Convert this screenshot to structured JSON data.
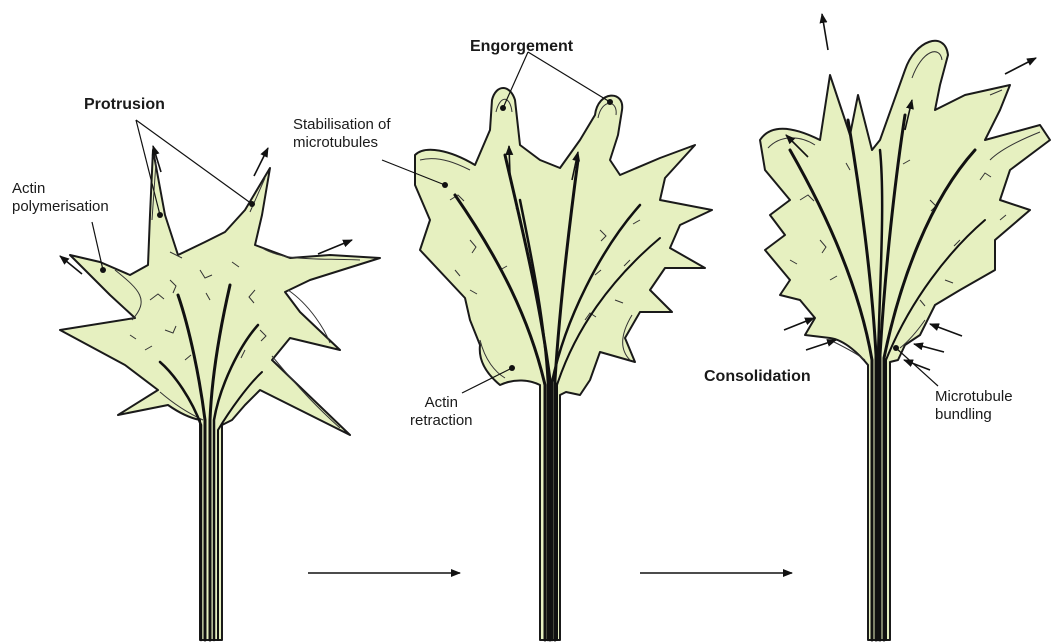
{
  "labels": {
    "protrusion": "Protrusion",
    "actin_polymerisation": "Actin\npolymerisation",
    "engorgement": "Engorgement",
    "stabilisation": "Stabilisation of\nmicrotubules",
    "actin_retraction": "Actin\nretraction",
    "consolidation": "Consolidation",
    "microtubule_bundling": "Microtubule\nbundling"
  },
  "stages": [
    "protrusion",
    "engorgement",
    "consolidation"
  ],
  "colors": {
    "cone_fill": "#e6f0c0",
    "outline": "#1a1a1a",
    "actin": "#2b2b2b",
    "microtubule": "#111111"
  }
}
